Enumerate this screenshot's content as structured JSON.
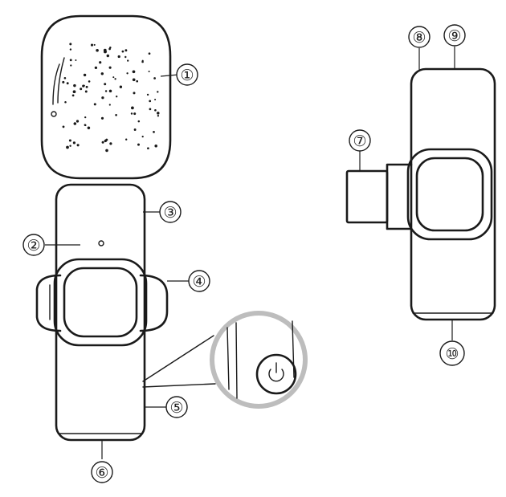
{
  "callouts": [
    {
      "id": "c1",
      "label": "①"
    },
    {
      "id": "c2",
      "label": "②"
    },
    {
      "id": "c3",
      "label": "③"
    },
    {
      "id": "c4",
      "label": "④"
    },
    {
      "id": "c5",
      "label": "⑤"
    },
    {
      "id": "c6",
      "label": "⑥"
    },
    {
      "id": "c7",
      "label": "⑦"
    },
    {
      "id": "c8",
      "label": "⑧"
    },
    {
      "id": "c9",
      "label": "⑨"
    },
    {
      "id": "c10",
      "label": "⑩"
    }
  ],
  "icons": {
    "power": "power-icon"
  }
}
